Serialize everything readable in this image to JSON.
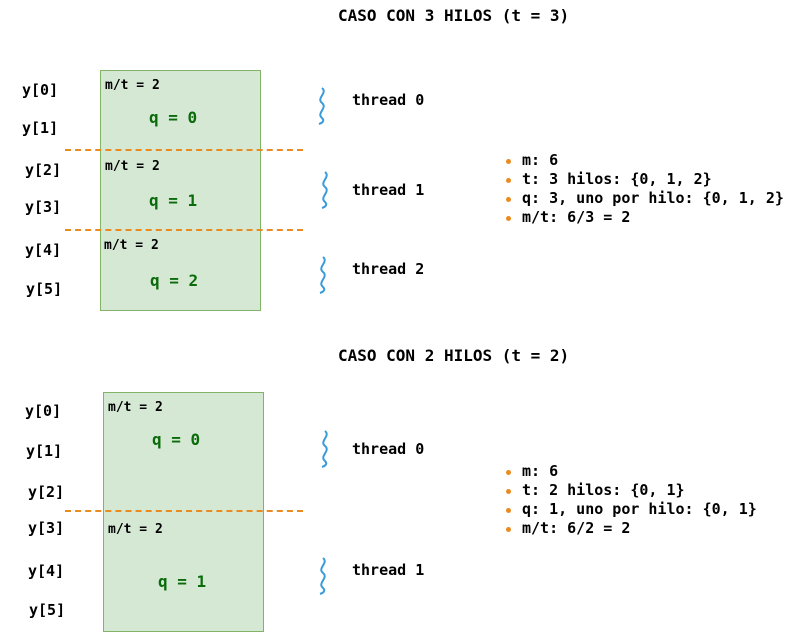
{
  "case3": {
    "title": "CASO CON 3 HILOS (t = 3)",
    "y_labels": [
      "y[0]",
      "y[1]",
      "y[2]",
      "y[3]",
      "y[4]",
      "y[5]"
    ],
    "segments": [
      {
        "mt": "m/t = 2",
        "q": "q = 0"
      },
      {
        "mt": "m/t = 2",
        "q": "q = 1"
      },
      {
        "mt": "m/t = 2",
        "q": "q = 2"
      }
    ],
    "threads": [
      "thread 0",
      "thread 1",
      "thread 2"
    ],
    "bullets": [
      "m: 6",
      "t: 3 hilos: {0, 1, 2}",
      "q: 3, uno por hilo: {0, 1, 2}",
      "m/t: 6/3 = 2"
    ]
  },
  "case2": {
    "title": "CASO CON 2 HILOS (t = 2)",
    "y_labels": [
      "y[0]",
      "y[1]",
      "y[2]",
      "y[3]",
      "y[4]",
      "y[5]"
    ],
    "segments": [
      {
        "mt": "m/t = 2",
        "q": "q = 0"
      },
      {
        "mt": "m/t = 2",
        "q": "q = 1"
      }
    ],
    "threads": [
      "thread 0",
      "thread 1"
    ],
    "bullets": [
      "m: 6",
      "t: 2 hilos: {0, 1}",
      "q: 1, uno por hilo: {0, 1}",
      "m/t: 6/2 = 2"
    ]
  },
  "colors": {
    "block_fill": "#d5e8d4",
    "block_border": "#82b366",
    "q_text": "#0a6b0a",
    "divider": "#ea8b1f",
    "thread_icon": "#3a9bd9",
    "bullet": "#ea8b1f"
  },
  "icons": {
    "thread": "wavy-thread-icon",
    "bullet": "bullet-dot-icon"
  }
}
